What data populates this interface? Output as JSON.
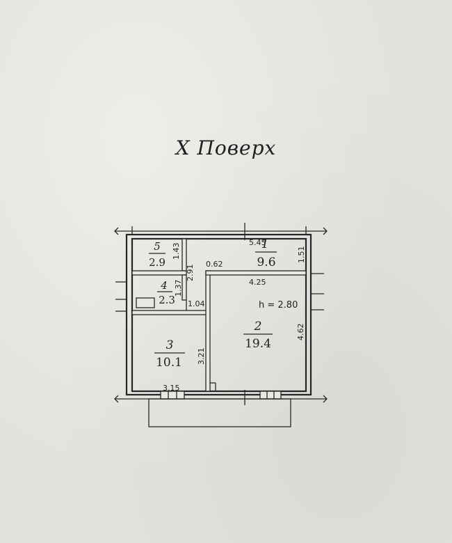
{
  "title": "X Поверх",
  "ceiling_height": "h = 2.80",
  "rooms": [
    {
      "id": "1",
      "number": "1",
      "area": "9.6"
    },
    {
      "id": "2",
      "number": "2",
      "area": "19.4"
    },
    {
      "id": "3",
      "number": "3",
      "area": "10.1"
    },
    {
      "id": "4",
      "number": "4",
      "area": "2.3"
    },
    {
      "id": "5",
      "number": "5",
      "area": "2.9"
    }
  ],
  "dimensions": {
    "d545": "5.45",
    "d151": "1.51",
    "d143": "1.43",
    "d291": "2.91",
    "d062": "0.62",
    "d425": "4.25",
    "d137": "1.37",
    "d104": "1.04",
    "d321": "3.21",
    "d462": "4.62",
    "d315": "3.15"
  }
}
